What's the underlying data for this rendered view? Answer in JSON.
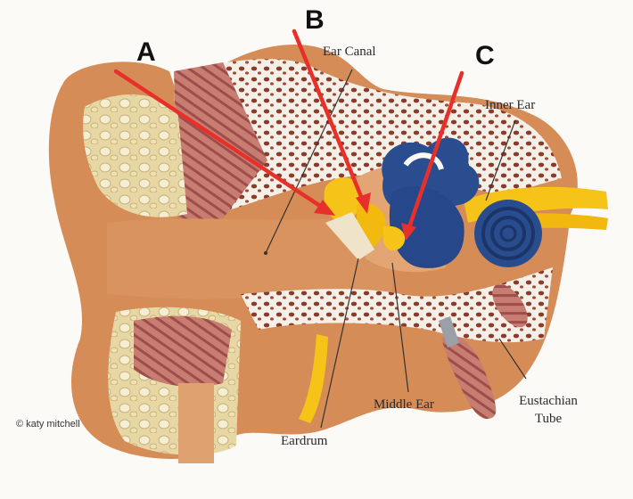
{
  "markers": {
    "a": "A",
    "b": "B",
    "c": "C"
  },
  "labels": {
    "ear_canal": "Ear Canal",
    "inner_ear": "Inner Ear",
    "middle_ear": "Middle Ear",
    "eardrum": "Eardrum",
    "eustachian_line1": "Eustachian",
    "eustachian_line2": "Tube"
  },
  "credit": "© katy mitchell",
  "colors": {
    "arrow": "#e8302a",
    "skin": "#d9935f",
    "bone": "#f1ece4",
    "ossicle": "#f5c21a",
    "cochlea": "#26488a",
    "muscle": "#b76a6a"
  }
}
